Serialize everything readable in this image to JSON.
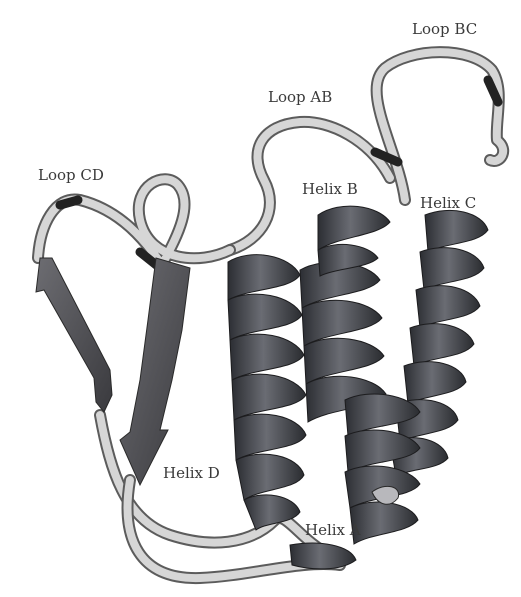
{
  "labels": {
    "loop_bc": "Loop BC",
    "loop_ab": "Loop AB",
    "loop_cd": "Loop CD",
    "helix_b": "Helix B",
    "helix_c": "Helix C",
    "helix_d": "Helix D",
    "helix_a": "Helix A"
  },
  "colors": {
    "loop": "#d3d3d3",
    "loop_edge": "#6a6a6a",
    "helix": "#3b3d42",
    "helix_light": "#6e7077",
    "strand": "#4a4a4e",
    "strand_light": "#8a8a8e",
    "background": "#ffffff"
  }
}
